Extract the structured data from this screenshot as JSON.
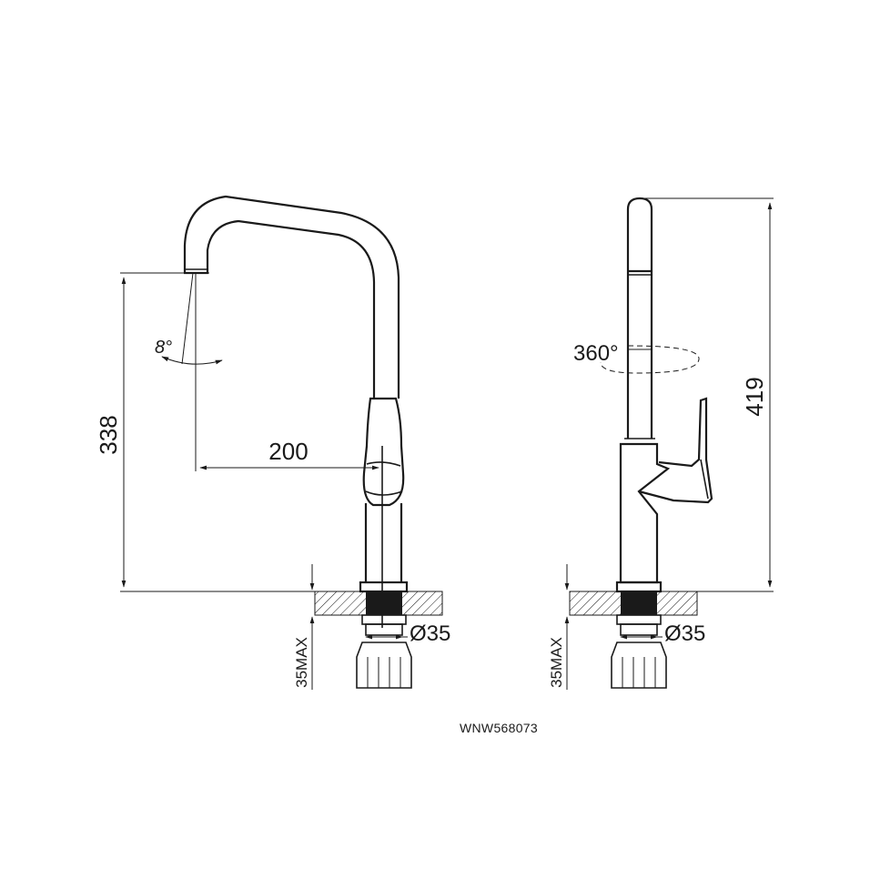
{
  "drawing": {
    "model_code": "WNW568073",
    "front_view": {
      "height_label": "338",
      "reach_label": "200",
      "angle_label": "8°",
      "pipe_diameter_label": "Ø35",
      "deck_thickness_label": "35MAX"
    },
    "side_view": {
      "height_label": "419",
      "rotation_label": "360°",
      "pipe_diameter_label": "Ø35",
      "deck_thickness_label": "35MAX"
    },
    "colors": {
      "line": "#1a1a1a",
      "background": "#ffffff"
    }
  }
}
